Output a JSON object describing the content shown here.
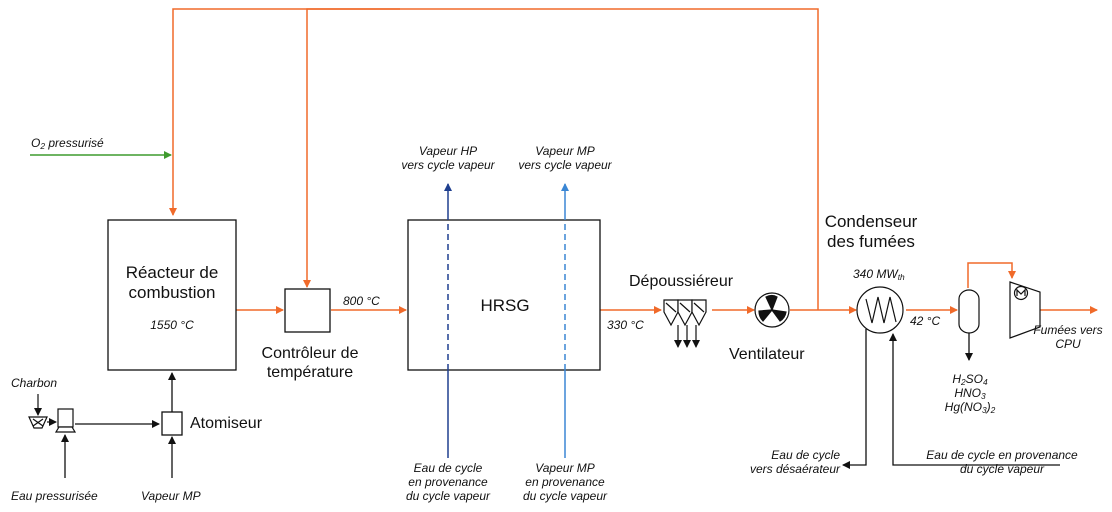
{
  "inputs": {
    "o2": {
      "pre": "O",
      "sub": "2",
      "post": " pressurisé"
    },
    "charbon": "Charbon",
    "eau_pressurisee": "Eau pressurisée",
    "vapeur_mp_atomiseur": "Vapeur MP"
  },
  "equipment": {
    "reacteur": {
      "line1": "Réacteur de",
      "line2": "combustion",
      "temp": "1550 °C"
    },
    "atomiseur": "Atomiseur",
    "controleur": {
      "line1": "Contrôleur de",
      "line2": "température"
    },
    "hrsg": "HRSG",
    "depoussiereur": "Dépoussiéreur",
    "ventilateur": "Ventilateur",
    "condenseur": {
      "line1": "Condenseur",
      "line2": "des fumées",
      "power_pre": "340 MW",
      "power_sub": "th"
    }
  },
  "temperatures": {
    "t800": "800 °C",
    "t330": "330 °C",
    "t42": "42 °C"
  },
  "steam": {
    "hp_out": {
      "line1": "Vapeur HP",
      "line2": "vers cycle vapeur"
    },
    "mp_out": {
      "line1": "Vapeur MP",
      "line2": "vers cycle vapeur"
    },
    "eau_in": {
      "line1": "Eau de cycle",
      "line2": "en provenance",
      "line3": "du cycle vapeur"
    },
    "mp_in": {
      "line1": "Vapeur MP",
      "line2": "en provenance",
      "line3": "du cycle vapeur"
    }
  },
  "condenser_water": {
    "out": {
      "line1": "Eau de cycle",
      "line2": "vers désaérateur"
    },
    "in": {
      "line1": "Eau de cycle en provenance",
      "line2": "du cycle vapeur"
    }
  },
  "acids": {
    "h2so4": {
      "a": "H",
      "a_sub": "2",
      "b": "SO",
      "b_sub": "4"
    },
    "hno3": {
      "a": "HNO",
      "a_sub": "3"
    },
    "hgno3": {
      "a": "Hg(NO",
      "a_sub": "3",
      "b": ")",
      "b_sub": "2"
    }
  },
  "outlet": {
    "line1": "Fumées vers",
    "line2": "CPU"
  },
  "colors": {
    "flue_gas": "#f06a2a",
    "oxygen": "#3f9b2e",
    "hp_steam": "#1f3f8f",
    "mp_steam": "#3a86d4",
    "black": "#111111"
  }
}
